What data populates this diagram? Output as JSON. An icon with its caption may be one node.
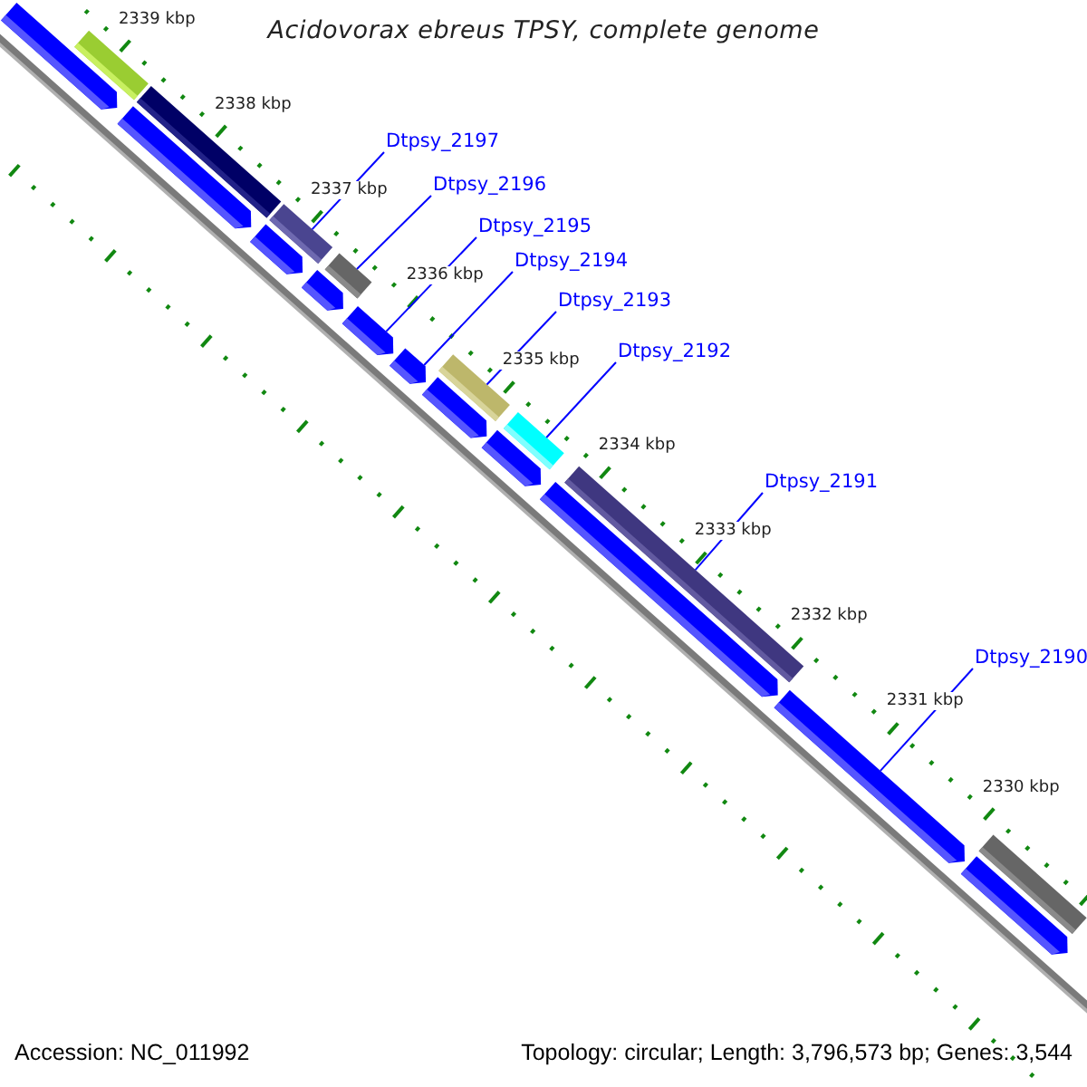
{
  "diagram": {
    "title": "Acidovorax ebreus TPSY, complete genome",
    "nodes": [
      {
        "text": [
          "Dtpsy_2197"
        ]
      },
      {
        "text": [
          "Dtpsy_2196"
        ]
      },
      {
        "text": [
          "Dtpsy_2195"
        ]
      },
      {
        "text": [
          "Dtpsy_2194"
        ]
      },
      {
        "text": [
          "Dtpsy_2193"
        ]
      },
      {
        "text": [
          "Dtpsy_2192"
        ]
      },
      {
        "text": [
          "Dtpsy_2191"
        ]
      },
      {
        "text": [
          "Dtpsy_2190"
        ]
      },
      {
        "text": [],
        "shape": "bar"
      },
      {
        "text": [],
        "shape": "bar"
      },
      {
        "text": [],
        "shape": "bar"
      },
      {
        "text": [],
        "shape": "bar"
      },
      {
        "text": [],
        "shape": "bar"
      },
      {
        "text": [],
        "shape": "bar"
      },
      {
        "text": [],
        "shape": "bar"
      },
      {
        "text": [],
        "shape": "bar"
      },
      {
        "text": [],
        "shape": "bar"
      },
      {
        "text": [],
        "shape": "bar"
      },
      {
        "text": [],
        "shape": "bar"
      },
      {
        "text": [],
        "shape": "bar"
      },
      {
        "text": [],
        "shape": "bar"
      },
      {
        "text": [],
        "shape": "bar"
      },
      {
        "text": [],
        "shape": "bar"
      },
      {
        "text": [],
        "shape": "bar"
      },
      {
        "text": [],
        "shape": "bar"
      },
      {
        "text": [],
        "shape": "bar"
      },
      {
        "text": [],
        "shape": "bar"
      }
    ],
    "edges": [
      {
        "from": 0,
        "to": 12,
        "arrow": "none"
      },
      {
        "from": 1,
        "to": 15,
        "arrow": "none"
      },
      {
        "from": 2,
        "to": 16,
        "arrow": "none"
      },
      {
        "from": 3,
        "to": 17,
        "arrow": "none"
      },
      {
        "from": 4,
        "to": 18,
        "arrow": "none"
      },
      {
        "from": 5,
        "to": 21,
        "arrow": "none"
      },
      {
        "from": 6,
        "to": 23,
        "arrow": "none"
      },
      {
        "from": 7,
        "to": 24,
        "arrow": "none"
      }
    ],
    "labels": [
      "2339 kbp",
      "2338 kbp",
      "2337 kbp",
      "2336 kbp",
      "2335 kbp",
      "2334 kbp",
      "2333 kbp",
      "2332 kbp",
      "2331 kbp",
      "2330 kbp",
      "Accession: NC_011992",
      "Topology: circular; Length: 3,796,573 bp; Genes: 3,544"
    ]
  }
}
